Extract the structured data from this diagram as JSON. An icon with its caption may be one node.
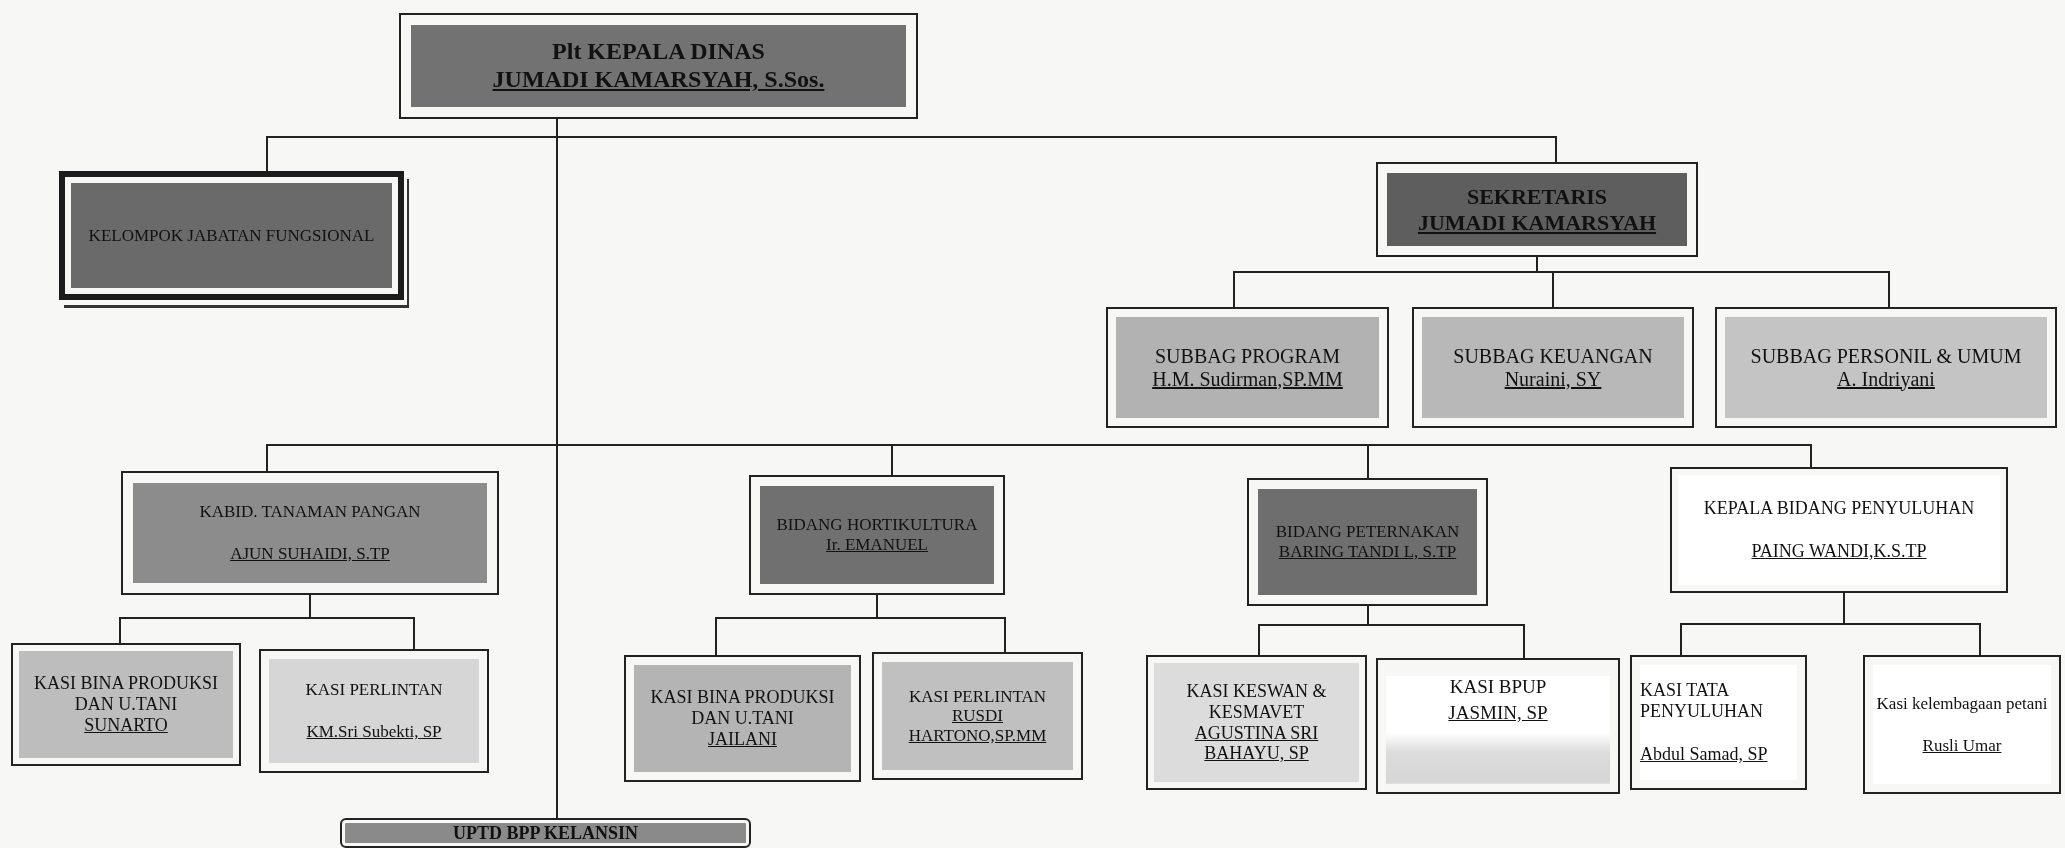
{
  "diagram": {
    "nodes": [
      {
        "text": [
          "Plt KEPALA DINAS",
          "JUMADI KAMARSYAH, S.Sos."
        ]
      },
      {
        "text": [
          "KELOMPOK JABATAN FUNGSIONAL"
        ]
      },
      {
        "text": [
          "SEKRETARIS",
          "JUMADI KAMARSYAH"
        ]
      },
      {
        "text": [
          "SUBBAG PROGRAM",
          "H.M. Sudirman,SP.MM"
        ]
      },
      {
        "text": [
          "SUBBAG KEUANGAN",
          "Nuraini, SY"
        ]
      },
      {
        "text": [
          "SUBBAG PERSONIL & UMUM",
          "A. Indriyani"
        ]
      },
      {
        "text": [
          "KABID. TANAMAN PANGAN",
          "AJUN SUHAIDI, S.TP"
        ]
      },
      {
        "text": [
          "BIDANG HORTIKULTURA",
          "Ir. EMANUEL"
        ]
      },
      {
        "text": [
          "BIDANG PETERNAKAN",
          "BARING TANDI L, S.TP"
        ]
      },
      {
        "text": [
          "KEPALA BIDANG PENYULUHAN",
          "PAING WANDI,K.S.TP"
        ]
      },
      {
        "text": [
          "KASI BINA PRODUKSI DAN U.TANI",
          "SUNARTO"
        ]
      },
      {
        "text": [
          "KASI PERLINTAN",
          "KM.Sri Subekti, SP"
        ]
      },
      {
        "text": [
          "KASI BINA PRODUKSI DAN U.TANI",
          "JAILANI"
        ]
      },
      {
        "text": [
          "KASI PERLINTAN",
          "RUSDI HARTONO,SP.MM"
        ]
      },
      {
        "text": [
          "KASI KESWAN & KESMAVET",
          "AGUSTINA SRI BAHAYU, SP"
        ]
      },
      {
        "text": [
          "KASI BPUP",
          "JASMIN, SP"
        ]
      },
      {
        "text": [
          "KASI TATA PENYULUHAN",
          "Abdul Samad, SP"
        ]
      },
      {
        "text": [
          "Kasi kelembagaan petani",
          "Rusli Umar"
        ]
      },
      {
        "text": [
          "UPTD BPP KELANSIN"
        ]
      }
    ],
    "edges": [
      {
        "from": 0,
        "to": 1,
        "arrow": "none"
      },
      {
        "from": 0,
        "to": 2,
        "arrow": "none"
      },
      {
        "from": 2,
        "to": 3,
        "arrow": "none"
      },
      {
        "from": 2,
        "to": 4,
        "arrow": "none"
      },
      {
        "from": 2,
        "to": 5,
        "arrow": "none"
      },
      {
        "from": 0,
        "to": 6,
        "arrow": "none"
      },
      {
        "from": 0,
        "to": 7,
        "arrow": "none"
      },
      {
        "from": 0,
        "to": 8,
        "arrow": "none"
      },
      {
        "from": 0,
        "to": 9,
        "arrow": "none"
      },
      {
        "from": 6,
        "to": 10,
        "arrow": "none"
      },
      {
        "from": 6,
        "to": 11,
        "arrow": "none"
      },
      {
        "from": 7,
        "to": 12,
        "arrow": "none"
      },
      {
        "from": 7,
        "to": 13,
        "arrow": "none"
      },
      {
        "from": 8,
        "to": 14,
        "arrow": "none"
      },
      {
        "from": 8,
        "to": 15,
        "arrow": "none"
      },
      {
        "from": 9,
        "to": 16,
        "arrow": "none"
      },
      {
        "from": 9,
        "to": 17,
        "arrow": "none"
      },
      {
        "from": 0,
        "to": 18,
        "arrow": "none"
      }
    ]
  }
}
